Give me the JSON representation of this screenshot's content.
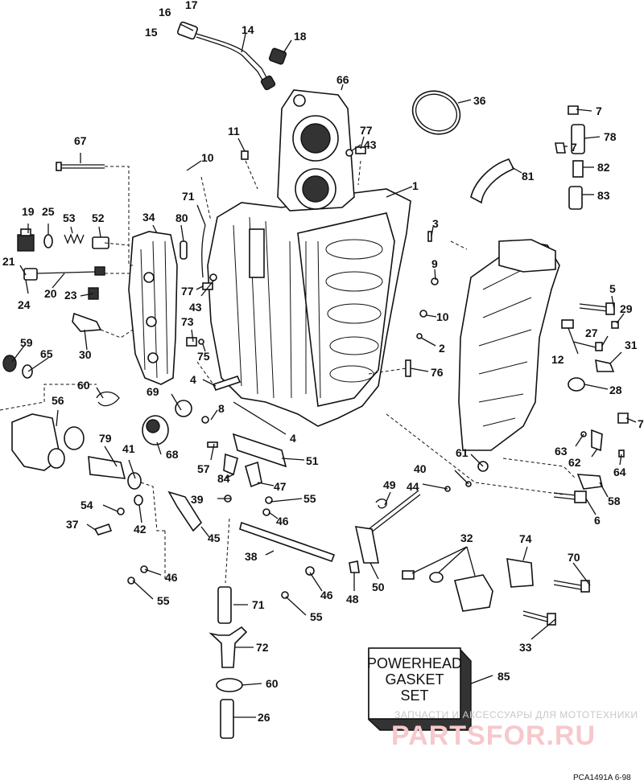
{
  "callouts": [
    {
      "id": "c1",
      "text": "1"
    },
    {
      "id": "c2",
      "text": "2"
    },
    {
      "id": "c3",
      "text": "3"
    },
    {
      "id": "c4a",
      "text": "4"
    },
    {
      "id": "c4b",
      "text": "4"
    },
    {
      "id": "c5",
      "text": "5"
    },
    {
      "id": "c6",
      "text": "6"
    },
    {
      "id": "c7a",
      "text": "7"
    },
    {
      "id": "c7b",
      "text": "7"
    },
    {
      "id": "c7c",
      "text": "7"
    },
    {
      "id": "c8",
      "text": "8"
    },
    {
      "id": "c9",
      "text": "9"
    },
    {
      "id": "c10a",
      "text": "10"
    },
    {
      "id": "c10b",
      "text": "10"
    },
    {
      "id": "c11",
      "text": "11"
    },
    {
      "id": "c12",
      "text": "12"
    },
    {
      "id": "c14",
      "text": "14"
    },
    {
      "id": "c15",
      "text": "15"
    },
    {
      "id": "c16",
      "text": "16"
    },
    {
      "id": "c17",
      "text": "17"
    },
    {
      "id": "c18",
      "text": "18"
    },
    {
      "id": "c19",
      "text": "19"
    },
    {
      "id": "c20",
      "text": "20"
    },
    {
      "id": "c21",
      "text": "21"
    },
    {
      "id": "c23",
      "text": "23"
    },
    {
      "id": "c24",
      "text": "24"
    },
    {
      "id": "c25",
      "text": "25"
    },
    {
      "id": "c26",
      "text": "26"
    },
    {
      "id": "c27",
      "text": "27"
    },
    {
      "id": "c28",
      "text": "28"
    },
    {
      "id": "c29",
      "text": "29"
    },
    {
      "id": "c30",
      "text": "30"
    },
    {
      "id": "c31",
      "text": "31"
    },
    {
      "id": "c32",
      "text": "32"
    },
    {
      "id": "c33",
      "text": "33"
    },
    {
      "id": "c34",
      "text": "34"
    },
    {
      "id": "c36",
      "text": "36"
    },
    {
      "id": "c37",
      "text": "37"
    },
    {
      "id": "c38",
      "text": "38"
    },
    {
      "id": "c39",
      "text": "39"
    },
    {
      "id": "c40",
      "text": "40"
    },
    {
      "id": "c41",
      "text": "41"
    },
    {
      "id": "c42",
      "text": "42"
    },
    {
      "id": "c43a",
      "text": "43"
    },
    {
      "id": "c43b",
      "text": "43"
    },
    {
      "id": "c44",
      "text": "44"
    },
    {
      "id": "c45",
      "text": "45"
    },
    {
      "id": "c46a",
      "text": "46"
    },
    {
      "id": "c46b",
      "text": "46"
    },
    {
      "id": "c46c",
      "text": "46"
    },
    {
      "id": "c47",
      "text": "47"
    },
    {
      "id": "c48",
      "text": "48"
    },
    {
      "id": "c49",
      "text": "49"
    },
    {
      "id": "c50",
      "text": "50"
    },
    {
      "id": "c51",
      "text": "51"
    },
    {
      "id": "c52",
      "text": "52"
    },
    {
      "id": "c53",
      "text": "53"
    },
    {
      "id": "c54",
      "text": "54"
    },
    {
      "id": "c55a",
      "text": "55"
    },
    {
      "id": "c55b",
      "text": "55"
    },
    {
      "id": "c55c",
      "text": "55"
    },
    {
      "id": "c56",
      "text": "56"
    },
    {
      "id": "c57",
      "text": "57"
    },
    {
      "id": "c58",
      "text": "58"
    },
    {
      "id": "c59",
      "text": "59"
    },
    {
      "id": "c60a",
      "text": "60"
    },
    {
      "id": "c60b",
      "text": "60"
    },
    {
      "id": "c61",
      "text": "61"
    },
    {
      "id": "c62",
      "text": "62"
    },
    {
      "id": "c63",
      "text": "63"
    },
    {
      "id": "c64",
      "text": "64"
    },
    {
      "id": "c65",
      "text": "65"
    },
    {
      "id": "c66",
      "text": "66"
    },
    {
      "id": "c67",
      "text": "67"
    },
    {
      "id": "c68",
      "text": "68"
    },
    {
      "id": "c69",
      "text": "69"
    },
    {
      "id": "c70",
      "text": "70"
    },
    {
      "id": "c71a",
      "text": "71"
    },
    {
      "id": "c71b",
      "text": "71"
    },
    {
      "id": "c72",
      "text": "72"
    },
    {
      "id": "c73",
      "text": "73"
    },
    {
      "id": "c74",
      "text": "74"
    },
    {
      "id": "c75",
      "text": "75"
    },
    {
      "id": "c76",
      "text": "76"
    },
    {
      "id": "c77a",
      "text": "77"
    },
    {
      "id": "c77b",
      "text": "77"
    },
    {
      "id": "c78",
      "text": "78"
    },
    {
      "id": "c79",
      "text": "79"
    },
    {
      "id": "c80",
      "text": "80"
    },
    {
      "id": "c81",
      "text": "81"
    },
    {
      "id": "c82",
      "text": "82"
    },
    {
      "id": "c83",
      "text": "83"
    },
    {
      "id": "c84",
      "text": "84"
    },
    {
      "id": "c85",
      "text": "85"
    }
  ],
  "gasket_box": {
    "line1": "POWERHEAD",
    "line2": "GASKET",
    "line3": "SET"
  },
  "watermark": {
    "caption": "ЗАПЧАСТИ И АКСЕССУАРЫ ДЛЯ МОТОТЕХНИКИ",
    "brand": "PARTSFOR.RU"
  },
  "drawing_code": "PCA1491A  6-98"
}
